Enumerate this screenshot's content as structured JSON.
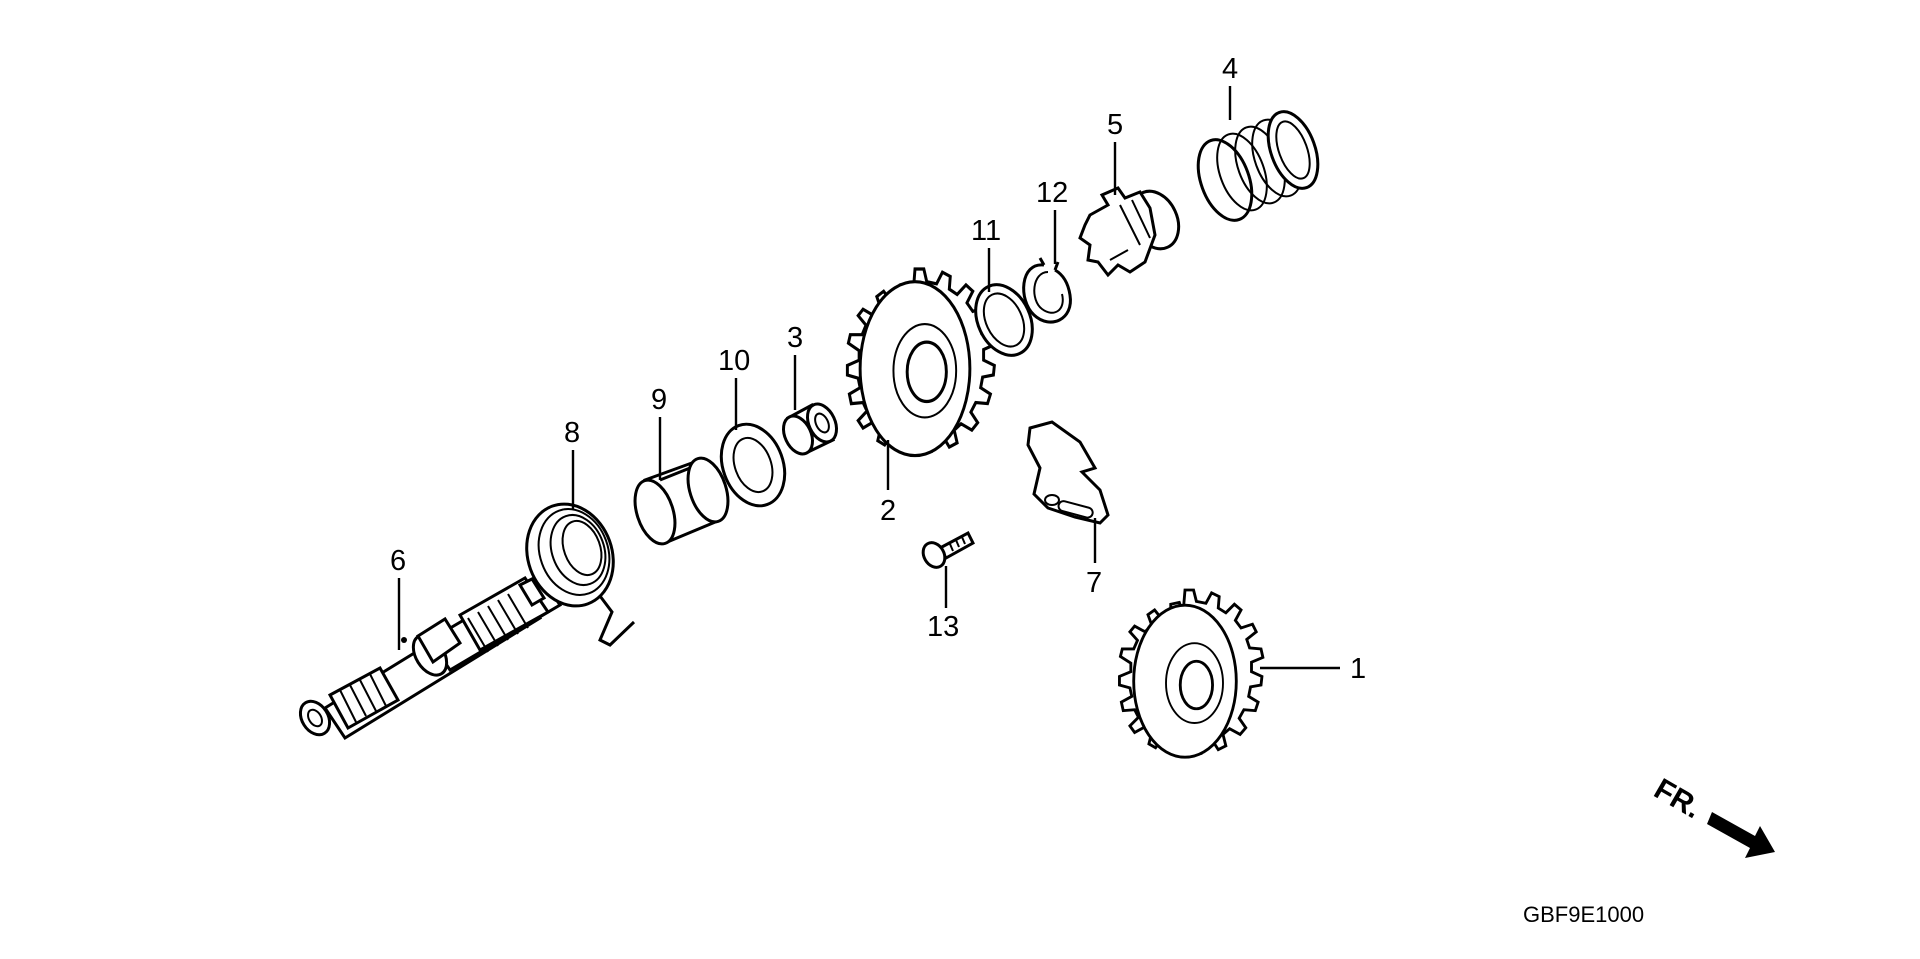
{
  "parts": [
    {
      "id": "1",
      "label": "1"
    },
    {
      "id": "2",
      "label": "2"
    },
    {
      "id": "3",
      "label": "3"
    },
    {
      "id": "4",
      "label": "4"
    },
    {
      "id": "5",
      "label": "5"
    },
    {
      "id": "6",
      "label": "6"
    },
    {
      "id": "7",
      "label": "7"
    },
    {
      "id": "8",
      "label": "8"
    },
    {
      "id": "9",
      "label": "9"
    },
    {
      "id": "10",
      "label": "10"
    },
    {
      "id": "11",
      "label": "11"
    },
    {
      "id": "12",
      "label": "12"
    },
    {
      "id": "13",
      "label": "13"
    }
  ],
  "direction": {
    "text": "FR.",
    "icon": "front-direction-arrow-icon"
  },
  "diagram_code": "GBF9E1000"
}
